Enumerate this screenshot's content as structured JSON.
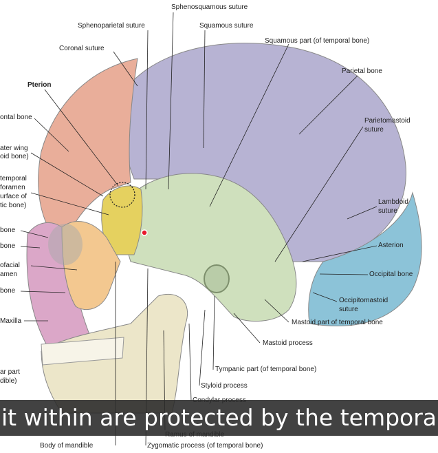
{
  "labels": {
    "sphenosquamous": "Sphenosquamous suture",
    "sphenoparietal": "Sphenoparietal suture",
    "squamous_suture": "Squamous suture",
    "squamous_part": "Squamous part (of temporal bone)",
    "coronal": "Coronal suture",
    "pterion": "Pterion",
    "parietal": "Parietal bone",
    "frontal": "ontal bone",
    "greater_wing_1": "ater wing",
    "greater_wing_2": "oid bone)",
    "temporal_1": "temporal",
    "temporal_2": "foramen",
    "temporal_3": "urface of",
    "temporal_4": "tic bone)",
    "parietomastoid_1": "Parietomastoid",
    "parietomastoid_2": "suture",
    "lambdoid_1": "Lambdoid",
    "lambdoid_2": "suture",
    "bone_a": "bone",
    "bone_b": "bone",
    "asterion": "Asterion",
    "facial_1": "ofacial",
    "facial_2": "amen",
    "occipital": "Occipital bone",
    "bone_c": "bone",
    "occipitomastoid_1": "Occipitomastoid",
    "occipitomastoid_2": "suture",
    "maxilla": "Maxilla",
    "mastoid_part": "Mastoid part of temporal bone",
    "mastoid_process": "Mastoid process",
    "alveolar_1": "ar part",
    "alveolar_2": "dible)",
    "tympanic": "Tympanic part (of temporal bone)",
    "styloid": "Styloid process",
    "condylar": "Condylar process",
    "ramus": "Ramus of mandible",
    "body_mandible": "Body of mandible",
    "zygomatic_process": "Zygomatic process (of temporal bone)"
  },
  "subtitle": "it within are protected by the temporal",
  "colors": {
    "parietal": "#b7b3d3",
    "frontal": "#e9ae9a",
    "temporal": "#cfe0bd",
    "occipital": "#8cc3d8",
    "sphenoid": "#e5d15f",
    "zygomatic": "#f3c890",
    "maxilla": "#dba7c8",
    "mandible": "#ece6c9",
    "marker": "#e8192c"
  }
}
